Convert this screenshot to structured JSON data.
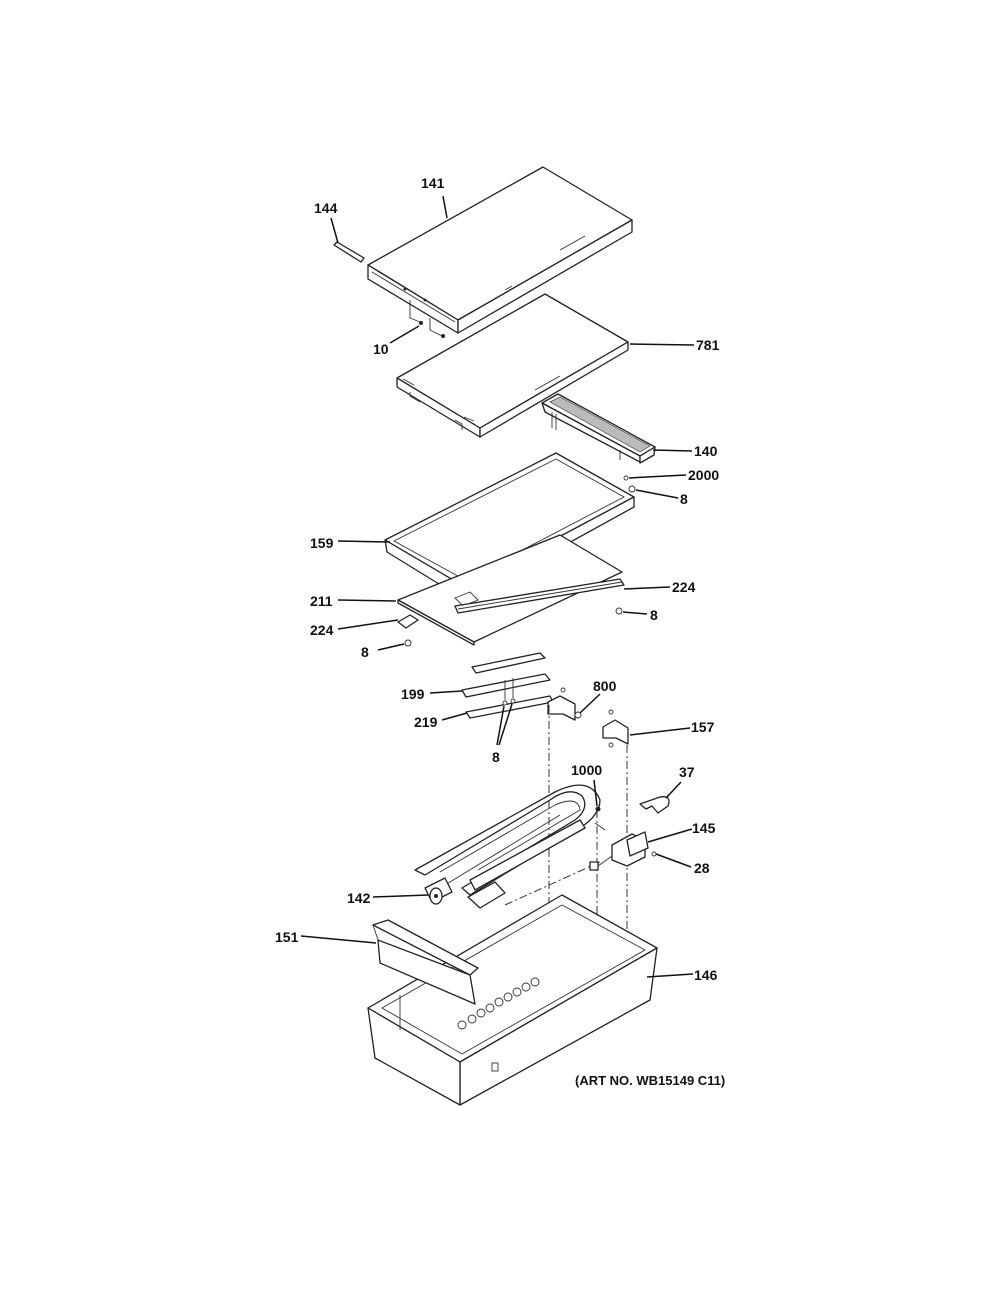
{
  "diagram": {
    "type": "exploded-parts-diagram",
    "art_number": "(ART NO. WB15149 C11)",
    "callouts": {
      "c141": "141",
      "c144": "144",
      "c10": "10",
      "c781": "781",
      "c140": "140",
      "c2000": "2000",
      "c8a": "8",
      "c159": "159",
      "c224a": "224",
      "c211": "211",
      "c8b": "8",
      "c224b": "224",
      "c8c": "8",
      "c199": "199",
      "c800": "800",
      "c219": "219",
      "c157": "157",
      "c8d": "8",
      "c1000": "1000",
      "c37": "37",
      "c145": "145",
      "c28": "28",
      "c142": "142",
      "c151": "151",
      "c146": "146"
    }
  }
}
